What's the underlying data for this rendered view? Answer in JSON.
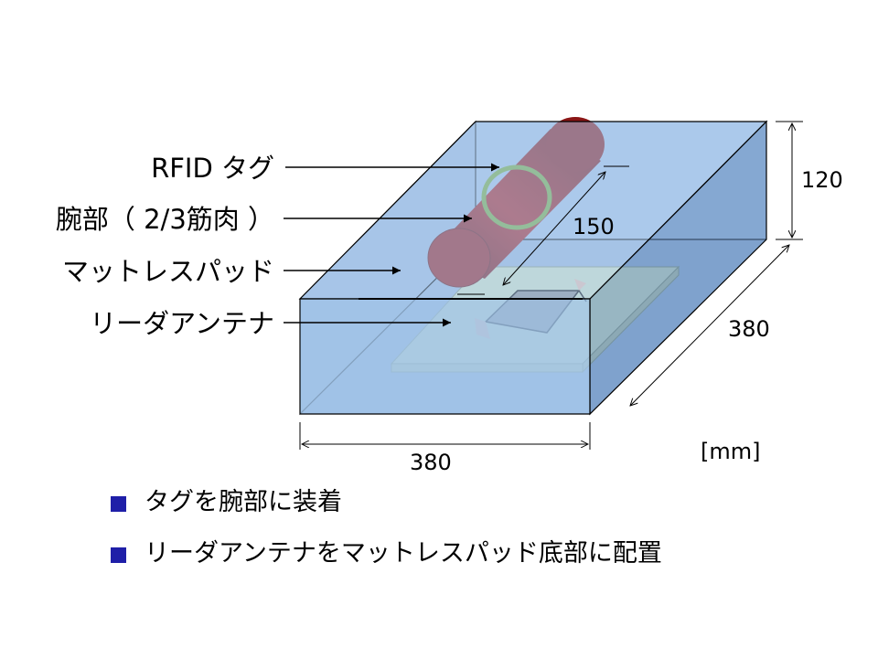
{
  "labels": {
    "rfid_tag": "RFID タグ",
    "arm": "腕部（ 2/3筋肉 ）",
    "mattress": "マットレスパッド",
    "antenna": "リーダアンテナ"
  },
  "dimensions": {
    "height": "120",
    "depth": "380",
    "width": "380",
    "antenna_length": "150",
    "unit": "[mm]"
  },
  "bullets": [
    {
      "text": "タグを腕部に装着"
    },
    {
      "text": "リーダアンテナをマットレスパッド底部に配置"
    }
  ],
  "colors": {
    "box_fill": "#a9c7e8",
    "antenna_board": "#d7e8c8",
    "arm": "#a01a1a",
    "tag_ring": "#7ab03a",
    "bullet": "#1f1fa8"
  }
}
